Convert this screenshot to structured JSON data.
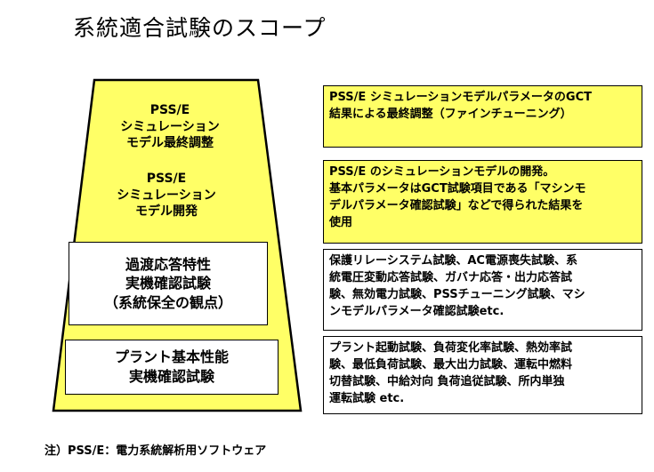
{
  "title": "系統適合試験のスコープ",
  "pyramid": {
    "levels": [
      {
        "lines": [
          "PSS/E",
          "シミュレーション",
          "モデル最終調整"
        ]
      },
      {
        "lines": [
          "PSS/E",
          "シミュレーション",
          "モデル開発"
        ]
      },
      {
        "lines": [
          "過渡応答特性",
          "実機確認試験",
          "（系統保全の観点）"
        ]
      },
      {
        "lines": [
          "プラント基本性能",
          "実機確認試験"
        ]
      }
    ]
  },
  "descriptions": [
    {
      "lines": [
        "PSS/E シミュレーションモデルパラメータのGCT",
        "結果による最終調整（ファインチューニング）"
      ]
    },
    {
      "lines": [
        "PSS/E のシミュレーションモデルの開発。",
        "基本パラメータはGCT試験項目である「マシンモ",
        "デルパラメータ確認試験」などで得られた結果を",
        "使用"
      ]
    },
    {
      "lines": [
        "保護リレーシステム試験、AC電源喪失試験、系",
        "統電圧変動応答試験、ガバナ応答・出力応答試",
        "験、無効電力試験、PSSチューニング試験、マシ",
        "ンモデルパラメータ確認試験etc."
      ]
    },
    {
      "lines": [
        "プラント起動試験、負荷変化率試験、熱効率試",
        "験、最低負荷試験、最大出力試験、運転中燃料",
        "切替試験、中給対向 負荷追従試験、所内単独",
        "運転試験 etc."
      ]
    }
  ],
  "footnote": "注）PSS/E：電力系統解析用ソフトウェア",
  "colors": {
    "highlight": "#ffff66",
    "border": "#000000"
  }
}
